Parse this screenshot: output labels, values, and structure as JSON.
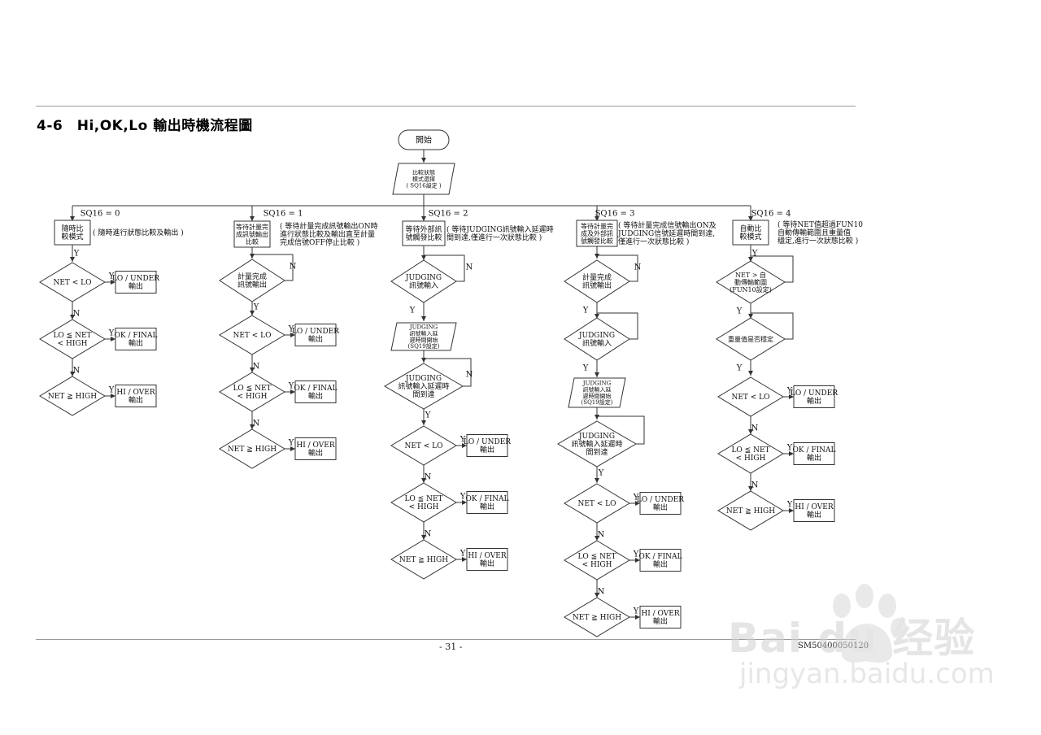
{
  "header": {
    "title": "4-6　Hi,OK,Lo 輸出時機流程圖"
  },
  "footer": {
    "page_number": "- 31 -",
    "doc_id": "SM50400050120"
  },
  "watermark": {
    "text": "Bai du 经验",
    "url": "jingyan.baidu.com"
  },
  "flow": {
    "start": "開始",
    "mode_select": [
      "比較狀態",
      "模式選擇",
      "( SQ16設定 )"
    ],
    "yes": "Y",
    "no": "N",
    "lo_under": [
      "LO / UNDER",
      "輸出"
    ],
    "ok_final": [
      "OK / FINAL",
      "輸出"
    ],
    "hi_over": [
      "HI / OVER",
      "輸出"
    ],
    "cmp_lo": "NET < LO",
    "cmp_mid": [
      "LO ≦ NET",
      "< HIGH"
    ],
    "cmp_hi": "NET ≧ HIGH",
    "branches": [
      {
        "sq": "SQ16 = 0",
        "mode_box": [
          "隨時比",
          "較模式"
        ],
        "note": [
          "( 隨時進行狀態比較及輸出 )"
        ]
      },
      {
        "sq": "SQ16 = 1",
        "mode_box": [
          "等待計量完",
          "成訊號輸出",
          "比較"
        ],
        "note": [
          "( 等待計量完成訊號輸出ON時",
          "進行狀態比較及輸出直至計量",
          "完成信號OFF停止比較 )"
        ],
        "wait1": [
          "計量完成",
          "訊號輸出"
        ]
      },
      {
        "sq": "SQ16 = 2",
        "mode_box": [
          "等待外部訊",
          "號觸發比較"
        ],
        "note": [
          "( 等待JUDGING訊號輸入延遲時",
          "間到達,僅進行一次狀態比較 )"
        ],
        "wait1": [
          "JUDGING",
          "訊號輸入"
        ],
        "delay": [
          "JUDGING",
          "訊號輸入延",
          "遲時間開始",
          "(SQ19設定)"
        ],
        "wait2": [
          "JUDGING",
          "訊號輸入延遲時",
          "間到達"
        ]
      },
      {
        "sq": "SQ16 = 3",
        "mode_box": [
          "等待計量完",
          "成及外部訊",
          "號觸發比較"
        ],
        "note": [
          "( 等待計量完成信號輸出ON及",
          "JUDGING信號延遲時間到達,",
          "僅進行一次狀態比較 )"
        ],
        "wait1": [
          "計量完成",
          "訊號輸出"
        ],
        "wait2": [
          "JUDGING",
          "訊號輸入"
        ],
        "delay": [
          "JUDGING",
          "訊號輸入延",
          "遲時間開始",
          "(SQ19設定)"
        ],
        "wait3": [
          "JUDGING",
          "訊號輸入延遲時",
          "間到達"
        ]
      },
      {
        "sq": "SQ16 = 4",
        "mode_box": [
          "自動比",
          "較模式"
        ],
        "note": [
          "( 等待NET值超過FUN10",
          "自動傳輸範圍且重量值",
          "穩定,進行一次狀態比較 )"
        ],
        "wait1": [
          "NET > 自",
          "動傳輸範圍",
          "(FUN10設定)"
        ],
        "wait2": [
          "重量值是否穩定"
        ]
      }
    ]
  }
}
